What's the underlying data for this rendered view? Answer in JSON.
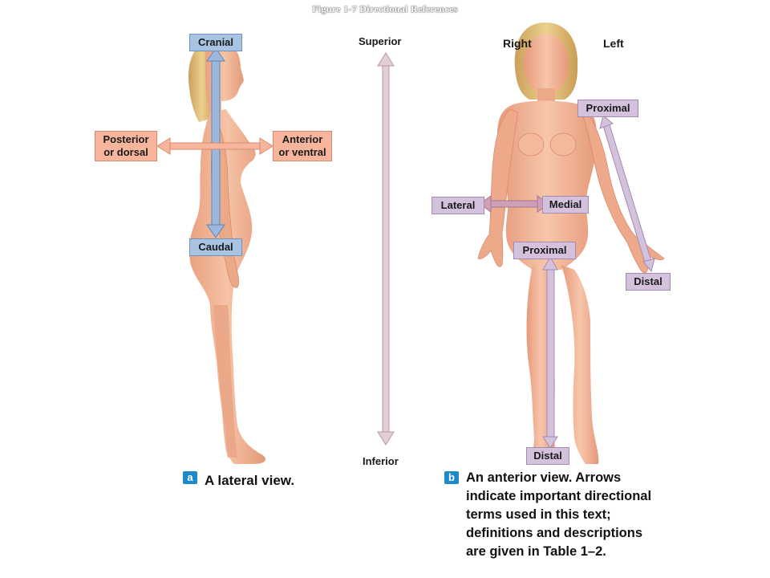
{
  "figure_title": "Figure 1-7 Directional References",
  "panel_a": {
    "badge": "a",
    "caption": "A lateral view.",
    "labels": {
      "cranial": "Cranial",
      "caudal": "Caudal",
      "posterior_line1": "Posterior",
      "posterior_line2": "or dorsal",
      "anterior_line1": "Anterior",
      "anterior_line2": "or ventral"
    }
  },
  "center_axis": {
    "superior": "Superior",
    "inferior": "Inferior"
  },
  "panel_b": {
    "badge": "b",
    "caption_lines": [
      "An anterior view. Arrows",
      "indicate important directional",
      "terms used in this text;",
      "definitions and descriptions",
      "are given in Table 1–2."
    ],
    "labels": {
      "right": "Right",
      "left": "Left",
      "proximal_arm": "Proximal",
      "distal_arm": "Distal",
      "lateral": "Lateral",
      "medial": "Medial",
      "proximal_leg": "Proximal",
      "distal_leg": "Distal"
    }
  },
  "colors": {
    "skin": "#f2b596",
    "skin_shadow": "#d98c6c",
    "hair": "#e3c27a",
    "blue_arrow": "#9db8dc",
    "salmon_arrow": "#f6b59c",
    "lavender_arrow": "#cdb6d6",
    "axis_arrow": "#e2cfd6",
    "badge": "#1e88c8"
  }
}
